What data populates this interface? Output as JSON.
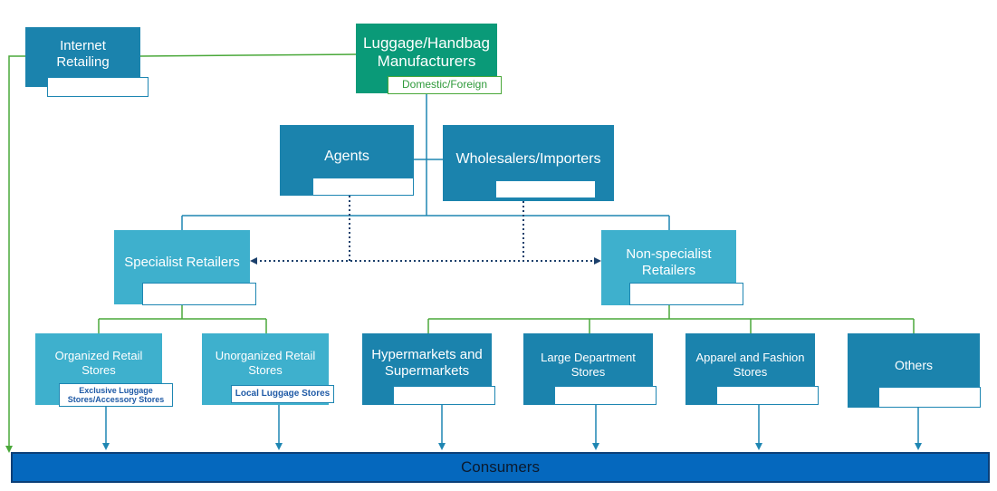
{
  "colors": {
    "manufacturer": "#0a9a78",
    "dark_blue": "#1b83ad",
    "mid_blue": "#2ea3c6",
    "light_blue": "#3eb0cd",
    "consumers": "#0568be",
    "green_line": "#4aa83a",
    "blue_line": "#1e86b2"
  },
  "nodes": {
    "internet_retailing": "Internet Retailing",
    "manufacturers": "Luggage/Handbag Manufacturers",
    "manufacturers_tag": "Domestic/Foreign",
    "agents": "Agents",
    "wholesalers": "Wholesalers/Importers",
    "specialist": "Specialist Retailers",
    "non_specialist": "Non-specialist Retailers",
    "organized": "Organized Retail Stores",
    "organized_tag": "Exclusive Luggage Stores/Accessory Stores",
    "unorganized": "Unorganized Retail Stores",
    "unorganized_tag": "Local Luggage Stores",
    "hypermarkets": "Hypermarkets and Supermarkets",
    "department": "Large Department Stores",
    "apparel": "Apparel and Fashion Stores",
    "others": "Others",
    "consumers": "Consumers"
  }
}
